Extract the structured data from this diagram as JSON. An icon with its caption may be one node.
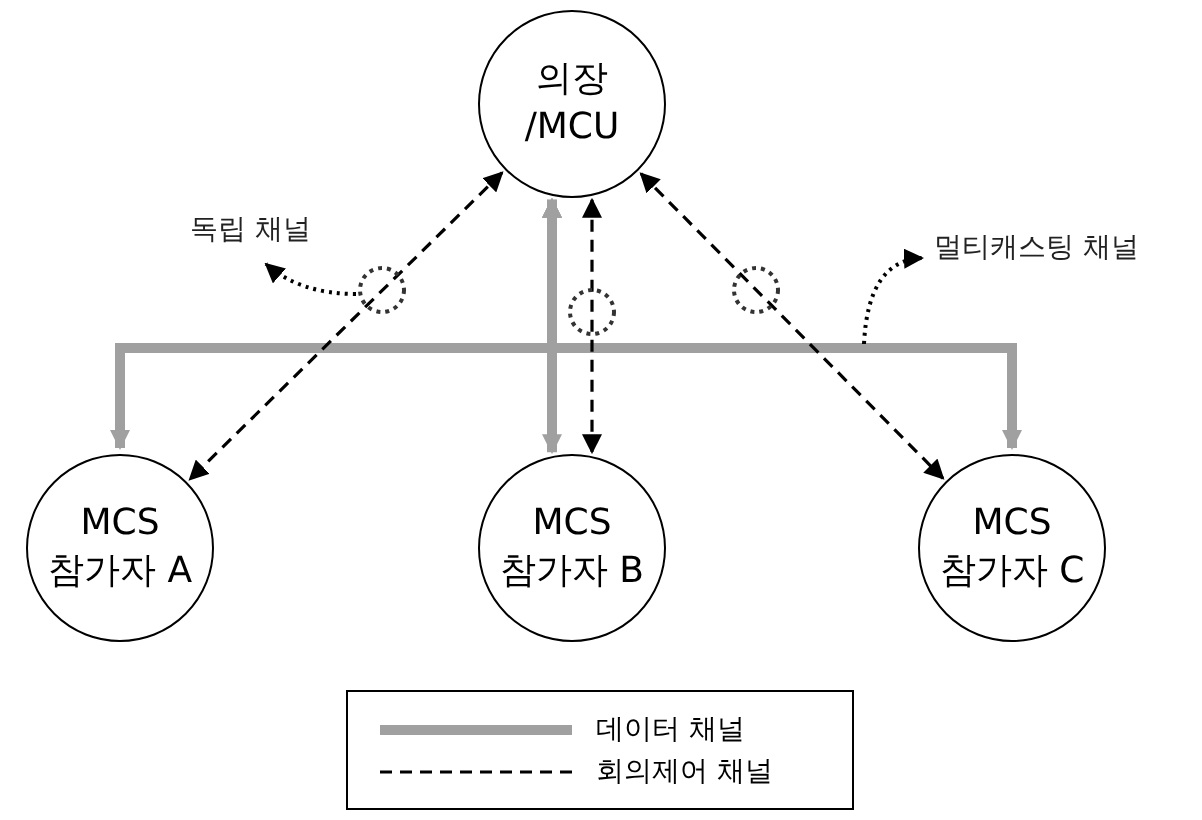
{
  "diagram": {
    "nodes": [
      {
        "text": [
          "의장 /MCU"
        ]
      },
      {
        "text": [
          "MCS 참가자 A"
        ]
      },
      {
        "text": [
          "MCS 참가자 B"
        ]
      },
      {
        "text": [
          "MCS 참가자 C"
        ]
      },
      {
        "text": [
          "독립 채널"
        ]
      },
      {
        "text": [
          "멀티캐스팅 채널"
        ]
      }
    ],
    "edges": [
      {
        "from": 0,
        "to": 1,
        "arrow": "both",
        "style": "thick",
        "color": "#a0a0a0"
      },
      {
        "from": 0,
        "to": 2,
        "arrow": "both",
        "style": "thick",
        "color": "#a0a0a0"
      },
      {
        "from": 0,
        "to": 3,
        "arrow": "both",
        "style": "thick",
        "color": "#a0a0a0"
      },
      {
        "from": 0,
        "to": 1,
        "arrow": "both",
        "style": "dashed"
      },
      {
        "from": 0,
        "to": 2,
        "arrow": "both",
        "style": "dashed"
      },
      {
        "from": 0,
        "to": 3,
        "arrow": "both",
        "style": "dashed"
      },
      {
        "from": null,
        "to": 4,
        "arrow": "to",
        "style": "dashed"
      },
      {
        "from": null,
        "to": 5,
        "arrow": "to",
        "style": "dashed"
      }
    ],
    "legend": [
      {
        "text": "데이터 채널"
      },
      {
        "text": "회의제어 채널"
      }
    ]
  }
}
